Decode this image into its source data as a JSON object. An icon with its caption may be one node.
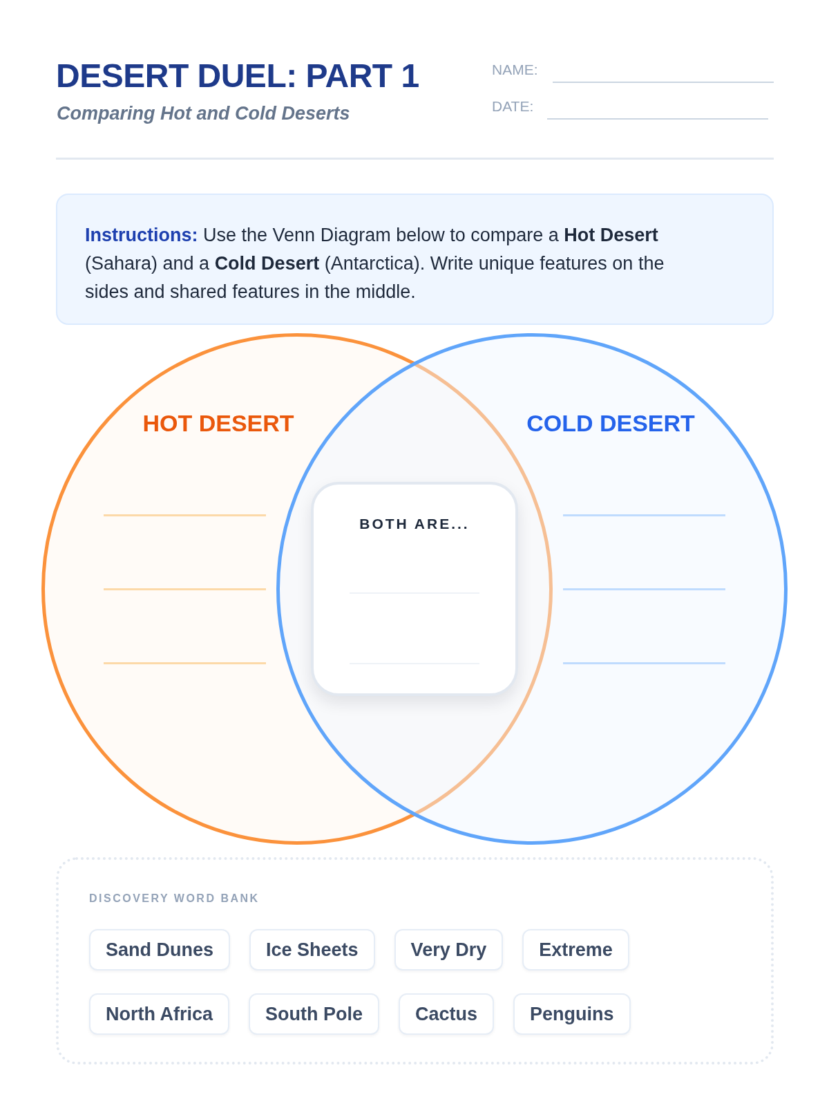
{
  "diagram": {
    "title": "DESERT DUEL: PART 1",
    "nodes": [
      {
        "text": [
          "**Instructions:** Use the Venn Diagram below to compare a **Hot Desert** (Sahara) and a **Cold Desert** (Antarctica). Write unique features on the sides and shared features in the middle."
        ]
      },
      {
        "text": [
          "HOT DESERT"
        ]
      },
      {
        "text": [
          "COLD DESERT"
        ]
      },
      {
        "text": [
          "BOTH ARE..."
        ]
      },
      {
        "text": [
          "DISCOVERY WORD BANK"
        ]
      },
      {
        "text": [
          "Sand Dunes"
        ],
        "in": 4
      },
      {
        "text": [
          "Ice Sheets"
        ],
        "in": 4
      },
      {
        "text": [
          "Very Dry"
        ],
        "in": 4
      },
      {
        "text": [
          "Extreme"
        ],
        "in": 4
      },
      {
        "text": [
          "North Africa"
        ],
        "in": 4
      },
      {
        "text": [
          "South Pole"
        ],
        "in": 4
      },
      {
        "text": [
          "Cactus"
        ],
        "in": 4
      },
      {
        "text": [
          "Penguins"
        ],
        "in": 4
      }
    ],
    "labels": [
      "Comparing Hot and Cold Deserts",
      "NAME:",
      "DATE:"
    ]
  }
}
